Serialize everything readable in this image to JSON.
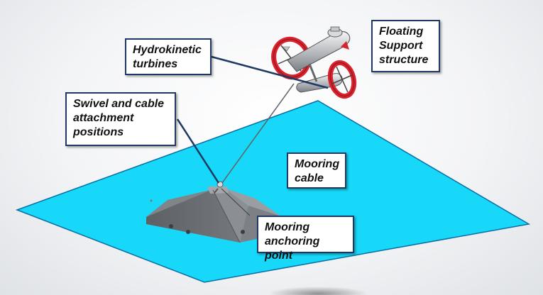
{
  "labels": {
    "turbines": "Hydrokinetic\nturbines",
    "swivel": "Swivel and cable\nattachment\npositions",
    "floating": "Floating\nSupport\nstructure",
    "cable": "Mooring\ncable",
    "anchor": "Mooring\nanchoring point"
  },
  "colors": {
    "water": "#17d8f8",
    "water_edge": "#0a6fa6",
    "callout_border": "#1f3864",
    "turbine_red": "#d9232e",
    "anchor_grey": "#6d7176"
  }
}
